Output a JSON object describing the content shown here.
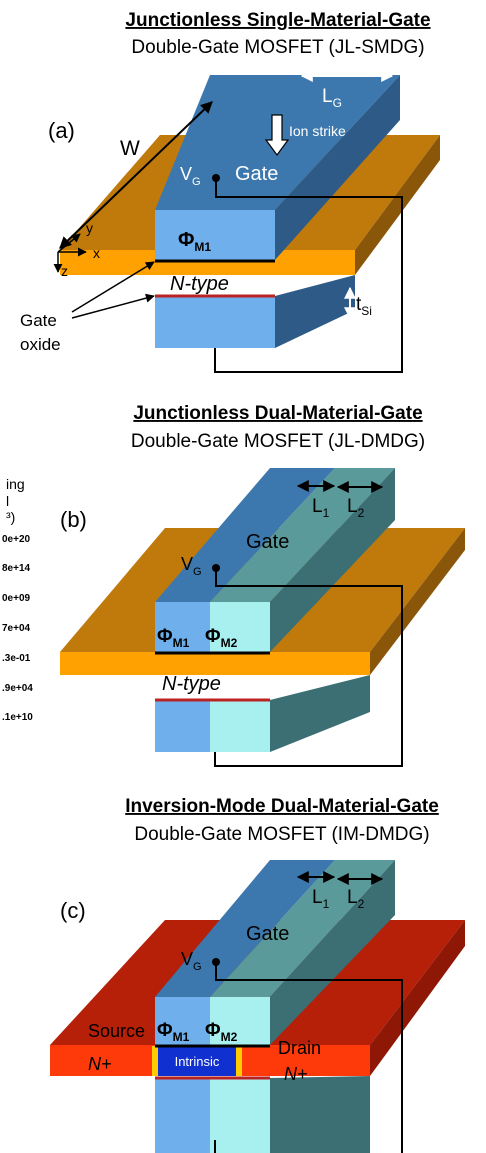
{
  "panel_a": {
    "title": "Junctionless Single-Material-Gate",
    "subtitle": "Double-Gate MOSFET (JL-SMDG)",
    "tag": "(a)",
    "w": "W",
    "lg": "L",
    "lg_sub": "G",
    "ion": "Ion  strike",
    "gate": "Gate",
    "vg": "V",
    "vg_sub": "G",
    "phi": "Φ",
    "phi_sub": "M1",
    "ntype": "N-type",
    "tsi": "t",
    "tsi_sub": "Si",
    "ax_x": "x",
    "ax_y": "y",
    "ax_z": "z",
    "oxide1": "Gate",
    "oxide2": "oxide"
  },
  "panel_b": {
    "title": "Junctionless Dual-Material-Gate",
    "subtitle": "Double-Gate MOSFET (JL-DMDG)",
    "tag": "(b)",
    "l1": "L",
    "l1_sub": "1",
    "l2": "L",
    "l2_sub": "2",
    "gate": "Gate",
    "vg": "V",
    "vg_sub": "G",
    "phi1": "Φ",
    "phi1_sub": "M1",
    "phi2": "Φ",
    "phi2_sub": "M2",
    "ntype": "N-type"
  },
  "legend": {
    "lines": [
      "ing",
      "l",
      "³)"
    ],
    "values": [
      "0e+20",
      "8e+14",
      "0e+09",
      "7e+04",
      ".3e-01",
      ".9e+04",
      ".1e+10"
    ]
  },
  "panel_c": {
    "title": "Inversion-Mode Dual-Material-Gate",
    "subtitle": "Double-Gate MOSFET (IM-DMDG)",
    "tag": "(c)",
    "l1": "L",
    "l1_sub": "1",
    "l2": "L",
    "l2_sub": "2",
    "gate": "Gate",
    "vg": "V",
    "vg_sub": "G",
    "phi1": "Φ",
    "phi1_sub": "M1",
    "phi2": "Φ",
    "phi2_sub": "M2",
    "source": "Source",
    "drain": "Drain",
    "nplus_left": "N+",
    "nplus_right": "N+",
    "intrinsic": "Intrinsic"
  },
  "colors": {
    "orange_top": "#c07a0c",
    "orange_front": "#ffa100",
    "red_top": "#b61f08",
    "red_front": "#ff3a0a",
    "gate_front": "#6fb0ec",
    "gate_side": "#2e5a88",
    "gate_top": "#3c78ad",
    "gate2_front": "#a8f0f0",
    "gate2_top": "#5a9a9a",
    "intrinsic": "#1030d0"
  }
}
